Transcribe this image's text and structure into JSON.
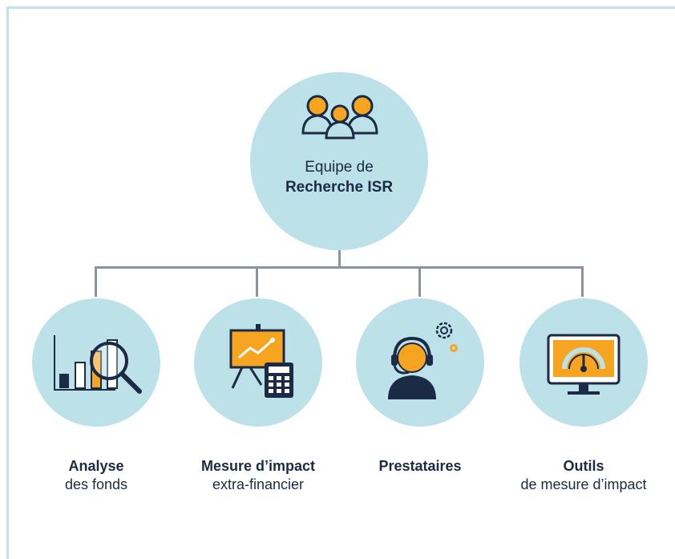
{
  "root": {
    "line1": "Equipe de",
    "line2": "Recherche ISR",
    "icon": "team-icon"
  },
  "children": [
    {
      "title": "Analyse",
      "subtitle": "des fonds",
      "icon": "chart-magnifier-icon"
    },
    {
      "title": "Mesure d’impact",
      "subtitle": "extra-financier",
      "icon": "presentation-calculator-icon"
    },
    {
      "title": "Prestataires",
      "subtitle": "",
      "icon": "support-agent-icon"
    },
    {
      "title": "Outils",
      "subtitle": "de mesure d’impact",
      "icon": "monitor-gauge-icon"
    }
  ],
  "colors": {
    "circle": "#bde1e8",
    "accent": "#f7a521",
    "navy": "#1b2a45",
    "line": "#8a93a1",
    "frame": "#bfe3e6"
  }
}
